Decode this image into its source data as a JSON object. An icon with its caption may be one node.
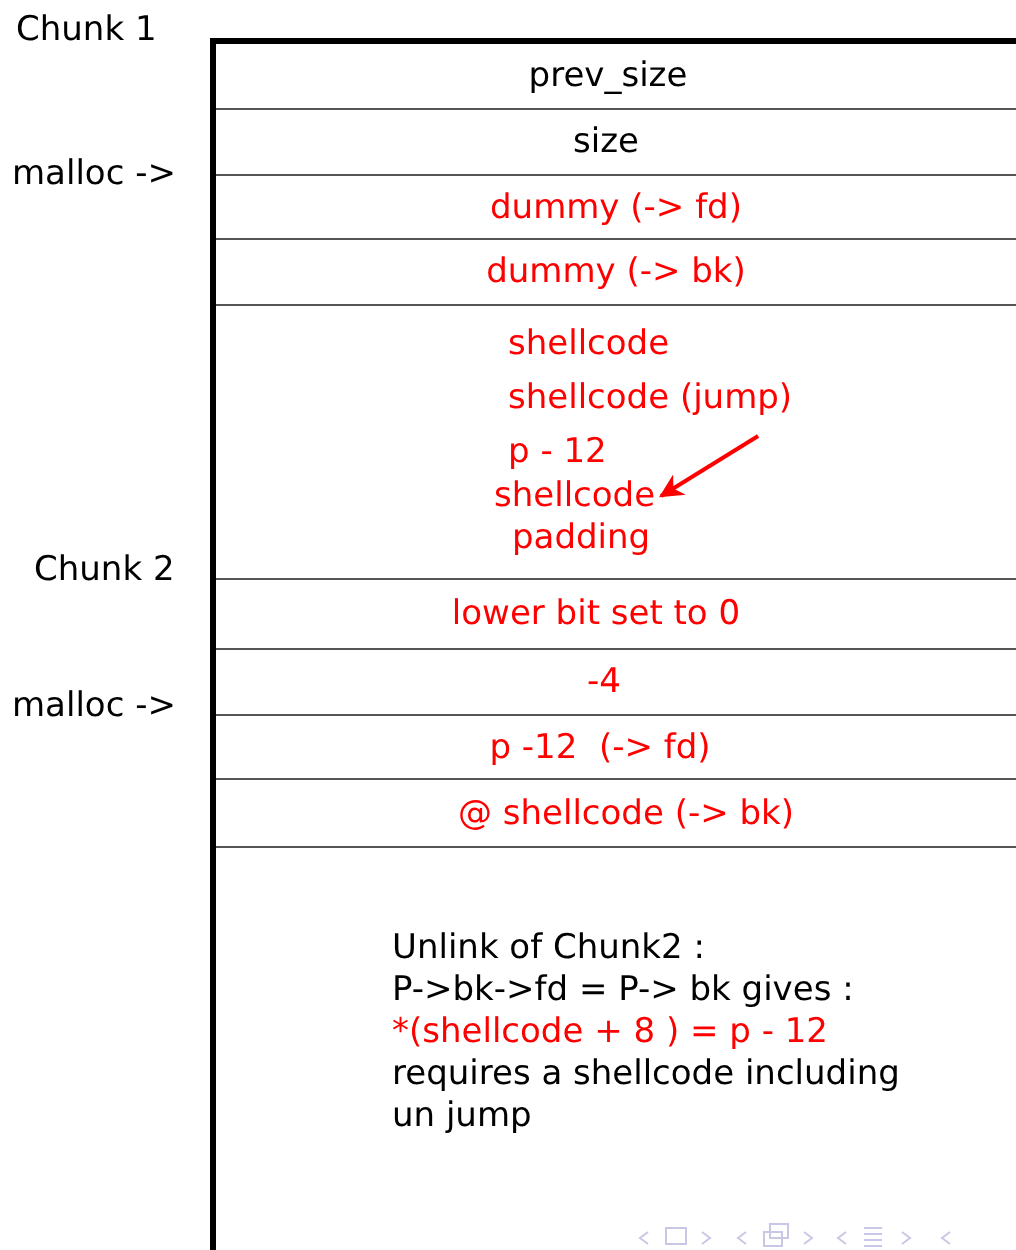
{
  "diagram": {
    "nodes": [
      {
        "text": [
          "prev_size"
        ]
      },
      {
        "text": [
          "size"
        ]
      },
      {
        "text": [
          "dummy (-> fd)"
        ]
      },
      {
        "text": [
          "dummy (-> bk)"
        ]
      },
      {
        "text": [],
        "shape": "box"
      },
      {
        "text": [
          "shellcode"
        ],
        "in": 4
      },
      {
        "text": [
          "shellcode (jump)"
        ],
        "in": 4
      },
      {
        "text": [
          "p - 12"
        ],
        "in": 4
      },
      {
        "text": [
          "shellcode"
        ],
        "in": 4
      },
      {
        "text": [
          "padding"
        ],
        "in": 4
      },
      {
        "text": [
          "lower bit set to 0"
        ]
      },
      {
        "text": [
          "-4"
        ]
      },
      {
        "text": [
          "p -12  (-> fd)"
        ]
      },
      {
        "text": [
          "@ shellcode (-> bk)"
        ]
      },
      {
        "text": [
          "Unlink of Chunk2 :",
          "P->bk->fd = P-> bk gives :",
          "*(shellcode + 8 ) = p - 12",
          "requires a shellcode including un jump"
        ]
      }
    ],
    "edges": [
      {
        "from": 6,
        "to": 8,
        "arrow": "to",
        "color": "#ff0000"
      }
    ],
    "labels": [
      "Chunk 1",
      "malloc ->",
      "Chunk 2",
      "malloc ->"
    ]
  }
}
